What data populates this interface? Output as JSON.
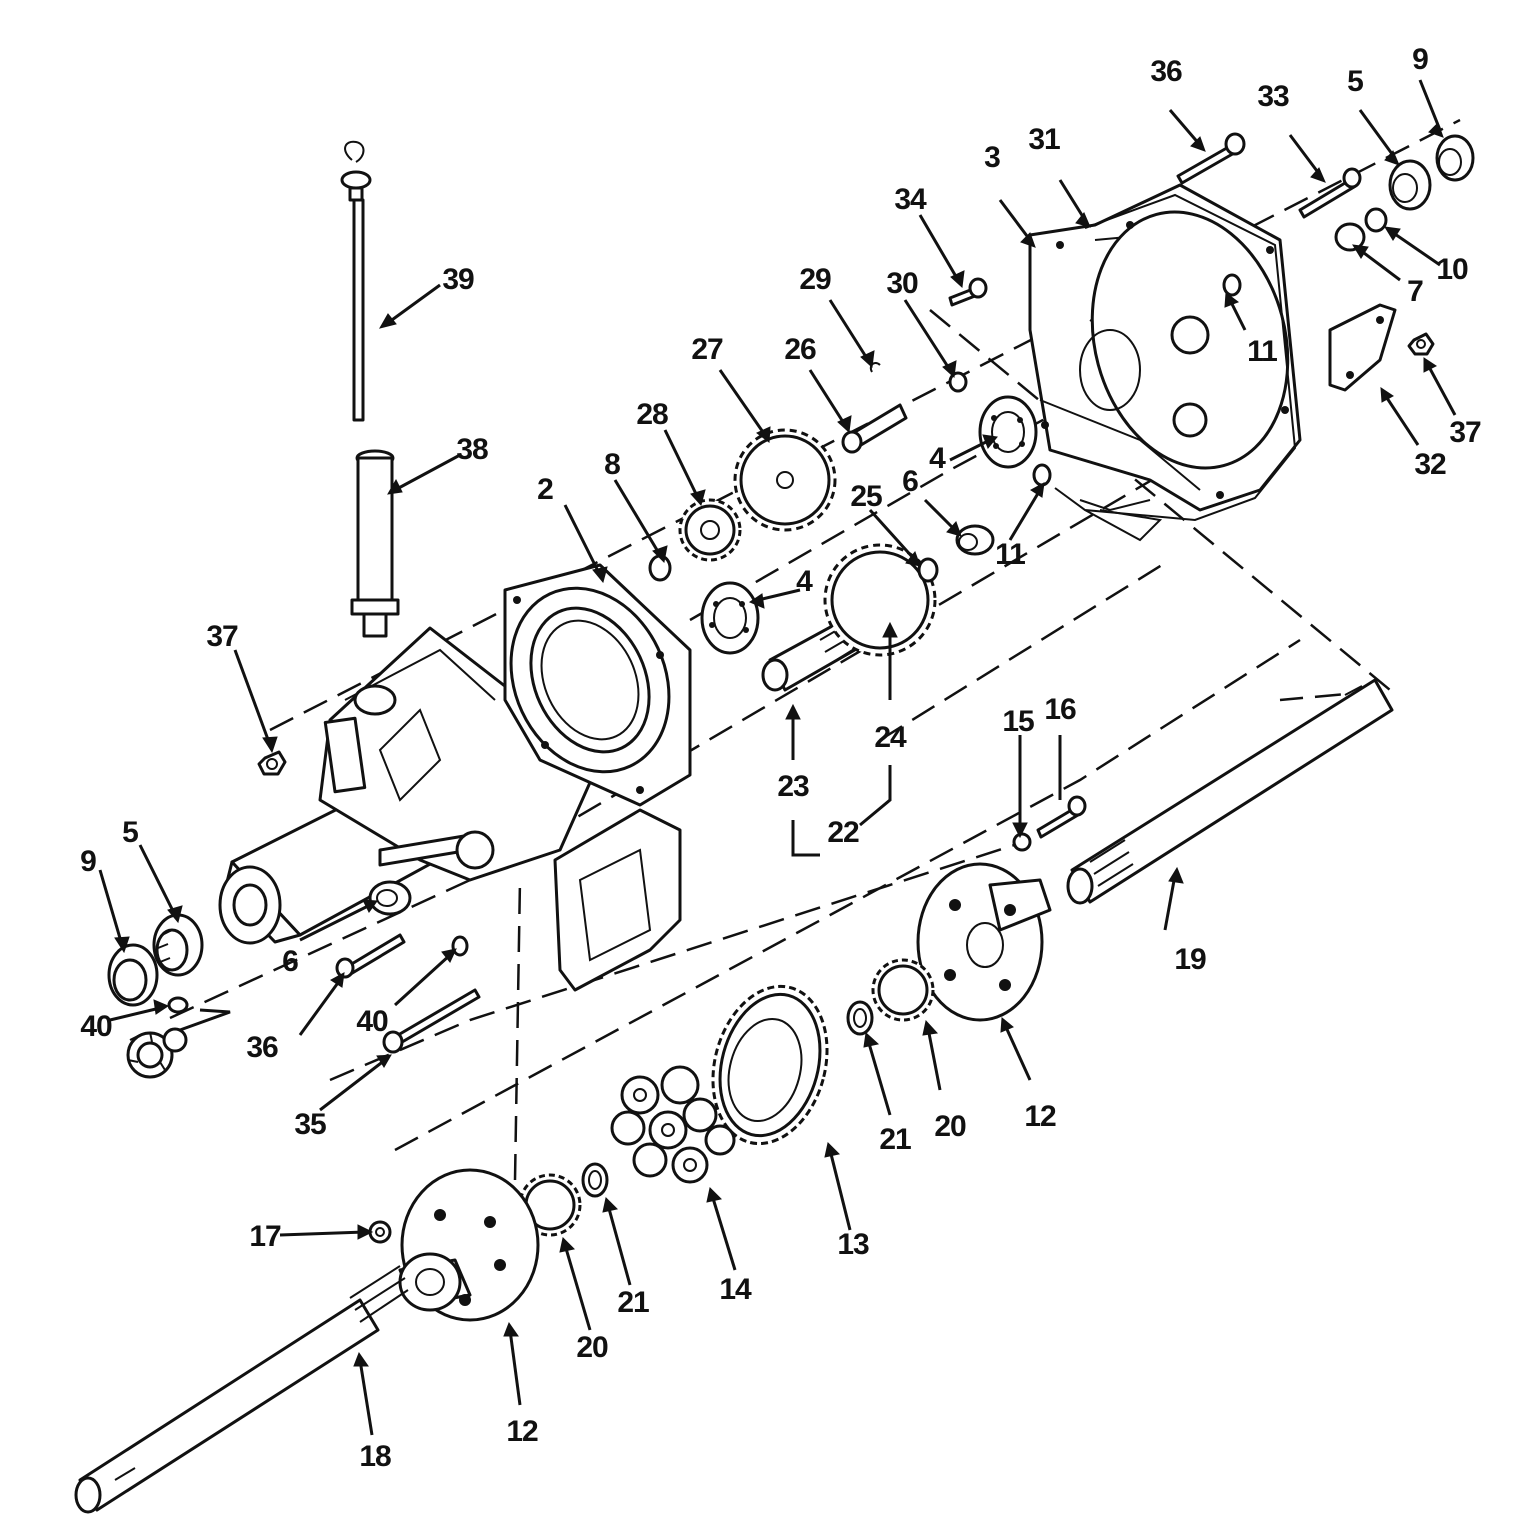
{
  "diagram": {
    "labels": {
      "l2": "2",
      "l3": "3",
      "l4a": "4",
      "l4b": "4",
      "l5a": "5",
      "l5b": "5",
      "l6a": "6",
      "l6b": "6",
      "l7": "7",
      "l8": "8",
      "l9a": "9",
      "l9b": "9",
      "l10": "10",
      "l11a": "11",
      "l11b": "11",
      "l12a": "12",
      "l12b": "12",
      "l13": "13",
      "l14": "14",
      "l15": "15",
      "l16": "16",
      "l17": "17",
      "l18": "18",
      "l19": "19",
      "l20a": "20",
      "l20b": "20",
      "l21a": "21",
      "l21b": "21",
      "l22": "22",
      "l23": "23",
      "l24": "24",
      "l25": "25",
      "l26": "26",
      "l27": "27",
      "l28": "28",
      "l29": "29",
      "l30": "30",
      "l31": "31",
      "l32": "32",
      "l33": "33",
      "l34": "34",
      "l35": "35",
      "l36a": "36",
      "l36b": "36",
      "l37a": "37",
      "l37b": "37",
      "l38": "38",
      "l39": "39",
      "l40a": "40",
      "l40b": "40"
    }
  }
}
